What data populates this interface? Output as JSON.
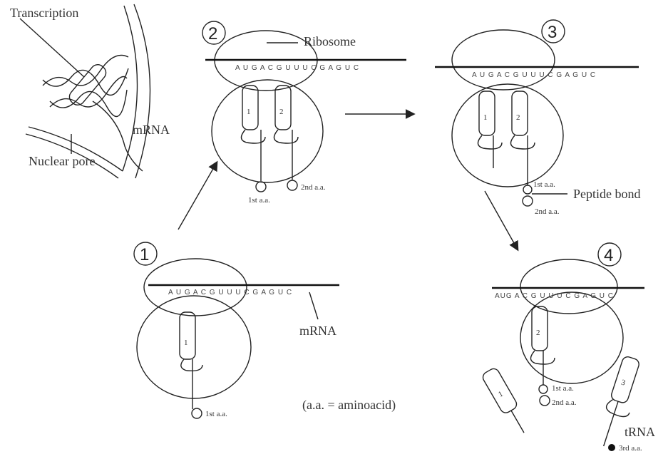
{
  "labels": {
    "transcription": "Transcription",
    "mrna_nucleus": "mRNA",
    "nuclear_pore": "Nuclear pore",
    "ribosome": "Ribosome",
    "mrna_step1": "mRNA",
    "aa_note": "(a.a. = aminoacid)",
    "peptide_bond": "Peptide bond",
    "trna": "tRNA"
  },
  "steps": [
    {
      "number": "1",
      "codons": "A U G   A C G   U U U   C G A   G U C",
      "trnas": [
        "1"
      ],
      "amino_acids": [
        "1st a.a."
      ]
    },
    {
      "number": "2",
      "codons": "A U G   A C G   U U U   C G A   G U C",
      "trnas": [
        "1",
        "2"
      ],
      "amino_acids": [
        "1st a.a.",
        "2nd a.a."
      ]
    },
    {
      "number": "3",
      "codons": "A U G   A C G   U U U   C G A   G U C",
      "trnas": [
        "1",
        "2"
      ],
      "amino_acids": [
        "1st a.a.",
        "2nd a.a."
      ]
    },
    {
      "number": "4",
      "codons": "AUG  A C G   U U U   C G A   G U C",
      "trnas": [
        "2",
        "1",
        "3"
      ],
      "amino_acids": [
        "1st a.a.",
        "2nd a.a.",
        "3rd a.a."
      ]
    }
  ]
}
